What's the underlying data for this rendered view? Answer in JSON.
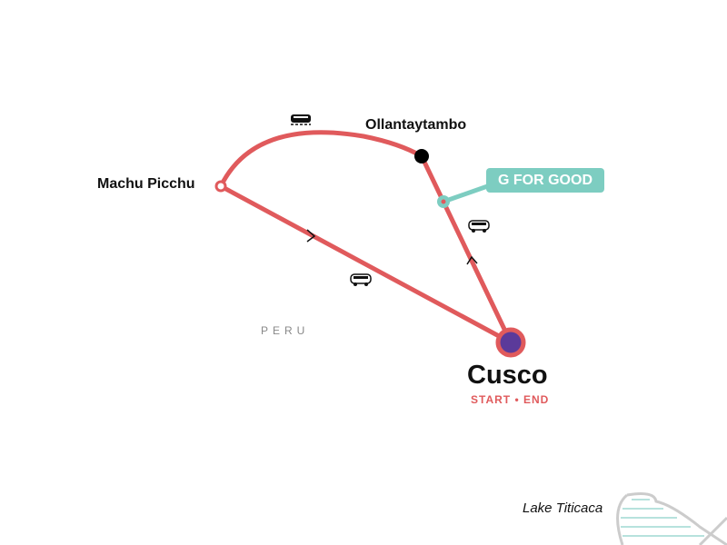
{
  "places": {
    "machu_picchu": "Machu Picchu",
    "ollantaytambo": "Ollantaytambo",
    "cusco": "Cusco",
    "cusco_sub": "START • END",
    "country": "PERU",
    "lake": "Lake Titicaca"
  },
  "badge": {
    "label": "G FOR GOOD"
  },
  "colors": {
    "route": "#e05a5c",
    "teal": "#7dcdc1",
    "cusco_fill": "#5b3a9a"
  },
  "icons": [
    "train-icon",
    "bus-icon",
    "bus-icon"
  ]
}
